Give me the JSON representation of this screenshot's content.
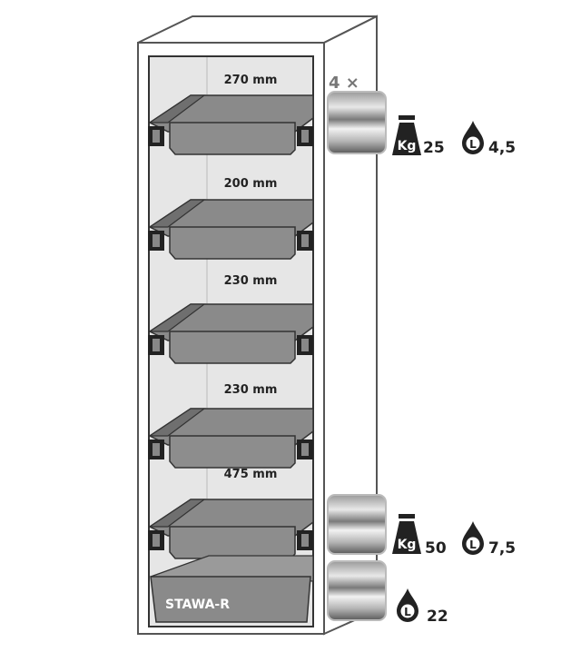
{
  "shelves": [
    {
      "height_label": "270 mm"
    },
    {
      "height_label": "200 mm"
    },
    {
      "height_label": "230 mm"
    },
    {
      "height_label": "230 mm"
    },
    {
      "height_label": "475 mm"
    }
  ],
  "sump_label": "STAWA-R",
  "shelf_spec": {
    "quantity": "4 ×",
    "load_value": "25",
    "volume_value": "4,5",
    "kg_icon_text": "Kg",
    "l_icon_text": "L"
  },
  "bottom_shelf_spec": {
    "load_value": "50",
    "volume_value": "7,5",
    "kg_icon_text": "Kg",
    "l_icon_text": "L"
  },
  "sump_spec": {
    "volume_value": "22",
    "l_icon_text": "L"
  },
  "colors": {
    "cabinet_outline": "#555555",
    "interior": "#e6e6e6",
    "tray": "#8a8a8a",
    "tray_dark": "#6f6f6f",
    "icon": "#222222",
    "quantity_text": "#777777"
  }
}
